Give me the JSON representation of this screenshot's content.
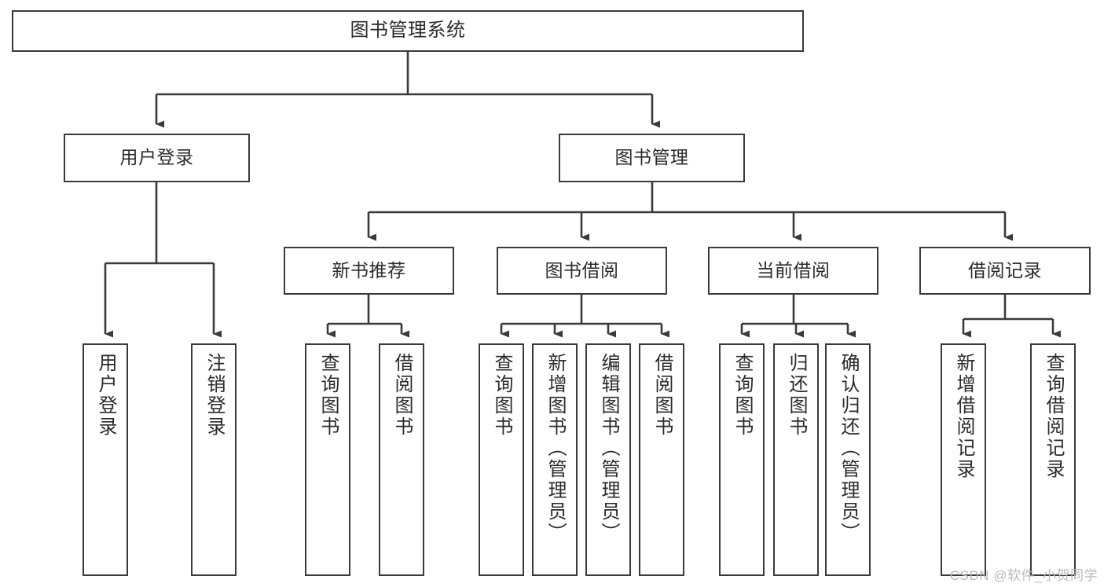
{
  "diagram": {
    "title": "图书管理系统",
    "type": "function-structure-tree",
    "stroke_color": "#3a3a3a",
    "text_color": "#2b2b2b",
    "background_color": "#ffffff",
    "root": {
      "label": "图书管理系统"
    },
    "level2": [
      {
        "label": "用户登录"
      },
      {
        "label": "图书管理"
      }
    ],
    "level3": [
      {
        "label": "新书推荐"
      },
      {
        "label": "图书借阅"
      },
      {
        "label": "当前借阅"
      },
      {
        "label": "借阅记录"
      }
    ],
    "leaves": {
      "user_login": [
        {
          "label": "用户登录"
        },
        {
          "label": "注销登录"
        }
      ],
      "new_book": [
        {
          "label": "查询图书"
        },
        {
          "label": "借阅图书"
        }
      ],
      "borrow": [
        {
          "label": "查询图书"
        },
        {
          "label": "新增图书（管理员）"
        },
        {
          "label": "编辑图书（管理员）"
        },
        {
          "label": "借阅图书"
        }
      ],
      "current": [
        {
          "label": "查询图书"
        },
        {
          "label": "归还图书"
        },
        {
          "label": "确认归还（管理员）"
        }
      ],
      "records": [
        {
          "label": "新增借阅记录"
        },
        {
          "label": "查询借阅记录"
        }
      ]
    }
  },
  "watermark": {
    "text": "CSDN @软件_小贺同学",
    "color": "#b9b9b9"
  }
}
